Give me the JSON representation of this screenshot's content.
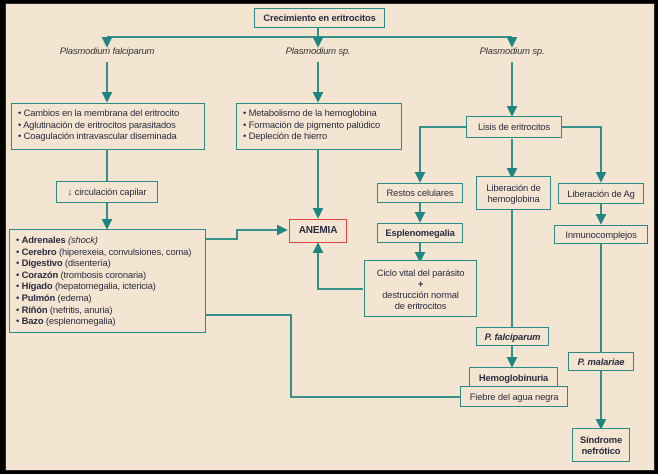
{
  "diagram": {
    "root": "Crecimiento en eritrocitos",
    "branches": {
      "left": "Plasmodium falciparum",
      "middle": "Plasmodium sp.",
      "right": "Plasmodium sp."
    },
    "left_effects": [
      "• Cambios en la membrana del eritrocito",
      "• Aglutinación de eritrocitos parasitados",
      "• Coagulación intravascular diseminada"
    ],
    "capillary": "↓ circulación capilar",
    "organs": [
      {
        "organ": "Adrenales",
        "detail": "(shock)",
        "detail_italic": true
      },
      {
        "organ": "Cerebro",
        "detail": "(hiperexeia, convulsiones, coma)"
      },
      {
        "organ": "Digestivo",
        "detail": "(disentería)"
      },
      {
        "organ": "Corazón",
        "detail": "(trombosis coronaria)"
      },
      {
        "organ": "Hígado",
        "detail": "(hepatomegalia, ictericia)"
      },
      {
        "organ": "Pulmón",
        "detail": "(edema)"
      },
      {
        "organ": "Riñón",
        "detail": "(nefritis, anuria)"
      },
      {
        "organ": "Bazo",
        "detail": "(esplenomegalia)"
      }
    ],
    "middle_effects": [
      "• Metabolismo de la hemoglobina",
      "• Formación de pigmento palúdico",
      "• Depleción de hierro"
    ],
    "anemia": "ANEMIA",
    "lysis": "Lisis de eritrocitos",
    "cell_debris": "Restos celulares",
    "splenomegaly": "Esplenomegalia",
    "life_cycle": [
      "Ciclo vital del parásito",
      "+",
      "destrucción normal",
      "de eritrocitos"
    ],
    "hb_release": [
      "Liberación de",
      "hemoglobina"
    ],
    "ag_release": "Liberación de Ag",
    "immunocomplexes": "Inmunocomplejos",
    "p_falciparum": "P. falciparum",
    "hemoglobinuria": "Hemoglobinuria",
    "blackwater": "Fiebre del agua negra",
    "p_malariae": "P. malariae",
    "nephrotic": [
      "Síndrome",
      "nefrótico"
    ]
  },
  "colors": {
    "line": "#1f8582",
    "box_border": "#2a8a87",
    "anemia_border": "#e0463c",
    "background": "#f3e5d2"
  }
}
